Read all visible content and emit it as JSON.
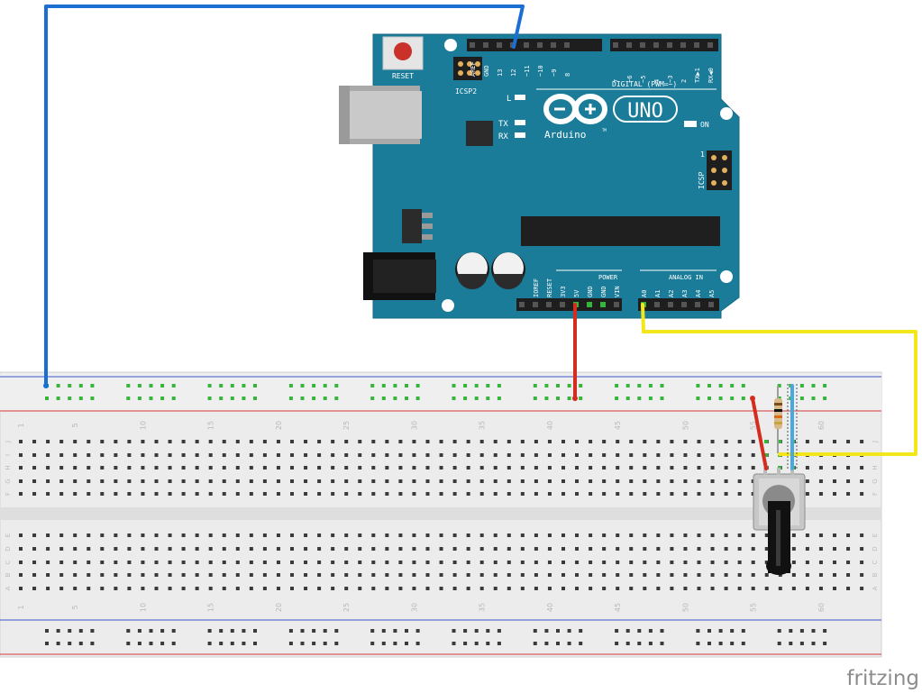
{
  "board": {
    "reset_label": "RESET",
    "icsp2_label": "ICSP2",
    "icsp_label": "ICSP",
    "icsp_pin1": "1",
    "led_l": "L",
    "led_tx": "TX",
    "led_rx": "RX",
    "on_label": "ON",
    "logo_symbol": "−+",
    "brand": "Arduino",
    "trademark": "TM",
    "model": "UNO",
    "digital_label": "DIGITAL (PWM=~)",
    "power_label": "POWER",
    "analog_label": "ANALOG IN",
    "digital_pins_left": [
      "AREF",
      "GND",
      "13",
      "12",
      "~11",
      "~10",
      "~9",
      "8"
    ],
    "digital_pins_right": [
      "7",
      "~6",
      "~5",
      "4",
      "~3",
      "2",
      "TX▶1",
      "RX◀0"
    ],
    "power_pins": [
      "IOREF",
      "RESET",
      "3V3",
      "5V",
      "GND",
      "GND",
      "VIN"
    ],
    "analog_pins": [
      "A0",
      "A1",
      "A2",
      "A3",
      "A4",
      "A5"
    ]
  },
  "breadboard": {
    "column_numbers": [
      "1",
      "5",
      "10",
      "15",
      "20",
      "25",
      "30",
      "35",
      "40",
      "45",
      "50",
      "55",
      "60"
    ],
    "rows_top": [
      "J",
      "I",
      "H",
      "G",
      "F"
    ],
    "rows_bottom": [
      "E",
      "D",
      "C",
      "B",
      "A"
    ]
  },
  "wires": {
    "colors": {
      "gnd": "#1b6fd4",
      "power_5v": "#d42c1e",
      "analog_signal": "#f3e61a",
      "pot_ground": "#4aa8e0"
    }
  },
  "components": {
    "potentiometer": "potentiometer",
    "resistor": "resistor"
  },
  "watermark": {
    "text": "fritzing"
  }
}
